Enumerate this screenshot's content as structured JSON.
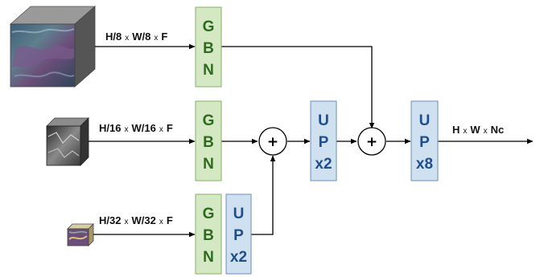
{
  "colors": {
    "gbn_fill": "#d5e8c4",
    "gbn_stroke": "#82b366",
    "gbn_text": "#2e6b1f",
    "up_fill": "#cfe0f1",
    "up_stroke": "#6c8ebf",
    "up_text": "#1f4e8c",
    "arrow": "#000000"
  },
  "inputs": [
    {
      "label_a": "H/8",
      "label_b": "W/8",
      "label_c": "F",
      "times": "x",
      "texture": "satellite-image"
    },
    {
      "label_a": "H/16",
      "label_b": "W/16",
      "label_c": "F",
      "times": "x",
      "texture": "grayscale-image"
    },
    {
      "label_a": "H/32",
      "label_b": "W/32",
      "label_c": "F",
      "times": "x",
      "texture": "satellite-image"
    }
  ],
  "blocks": {
    "gbn": [
      "G",
      "B",
      "N"
    ],
    "up_x2": [
      "U",
      "P",
      "x2"
    ],
    "up_x8": [
      "U",
      "P",
      "x8"
    ]
  },
  "sum_symbol": "+",
  "output": {
    "label_a": "H",
    "label_b": "W",
    "label_c": "Nc",
    "times": "x"
  }
}
